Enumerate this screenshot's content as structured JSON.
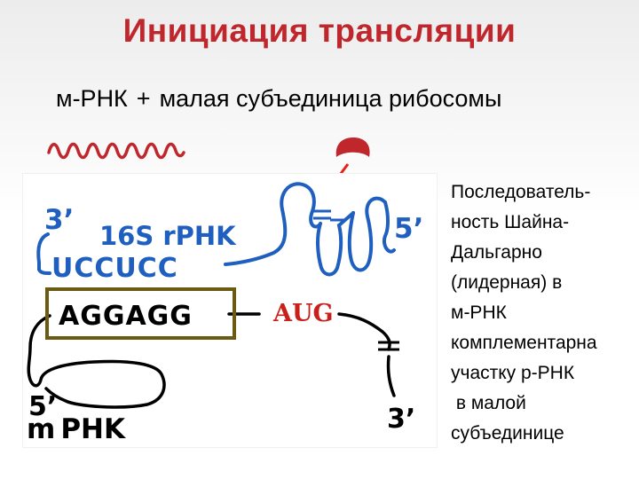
{
  "title": "Инициация трансляции",
  "subtitle": {
    "part1": "м-РНК",
    "plus": "+",
    "part2": "малая субъединица рибосомы"
  },
  "diagram": {
    "rrna_3prime": "3’",
    "rrna_label": "16S rPHK",
    "rrna_5prime": "5’",
    "rrna_sequence": "UCCUCC",
    "mrna_sequence": "AGGAGG",
    "start_codon": "AUG",
    "mrna_5prime": "5’",
    "mrna_3prime": "3’",
    "mrna_label_m": "m",
    "mrna_label_rest": "PHK"
  },
  "side_text": [
    "Последователь-",
    "ность Шайна-",
    "Дальгарно",
    "(лидерная) в",
    "м-РНК",
    "комплементарна",
    "участку р-РНК",
    " в малой",
    "субъединице"
  ],
  "colors": {
    "title": "#c0272d",
    "rrna": "#1f5fbf",
    "highlight_box": "#6b5a12",
    "start_codon": "#c8211d",
    "arrow": "#e8201c"
  }
}
